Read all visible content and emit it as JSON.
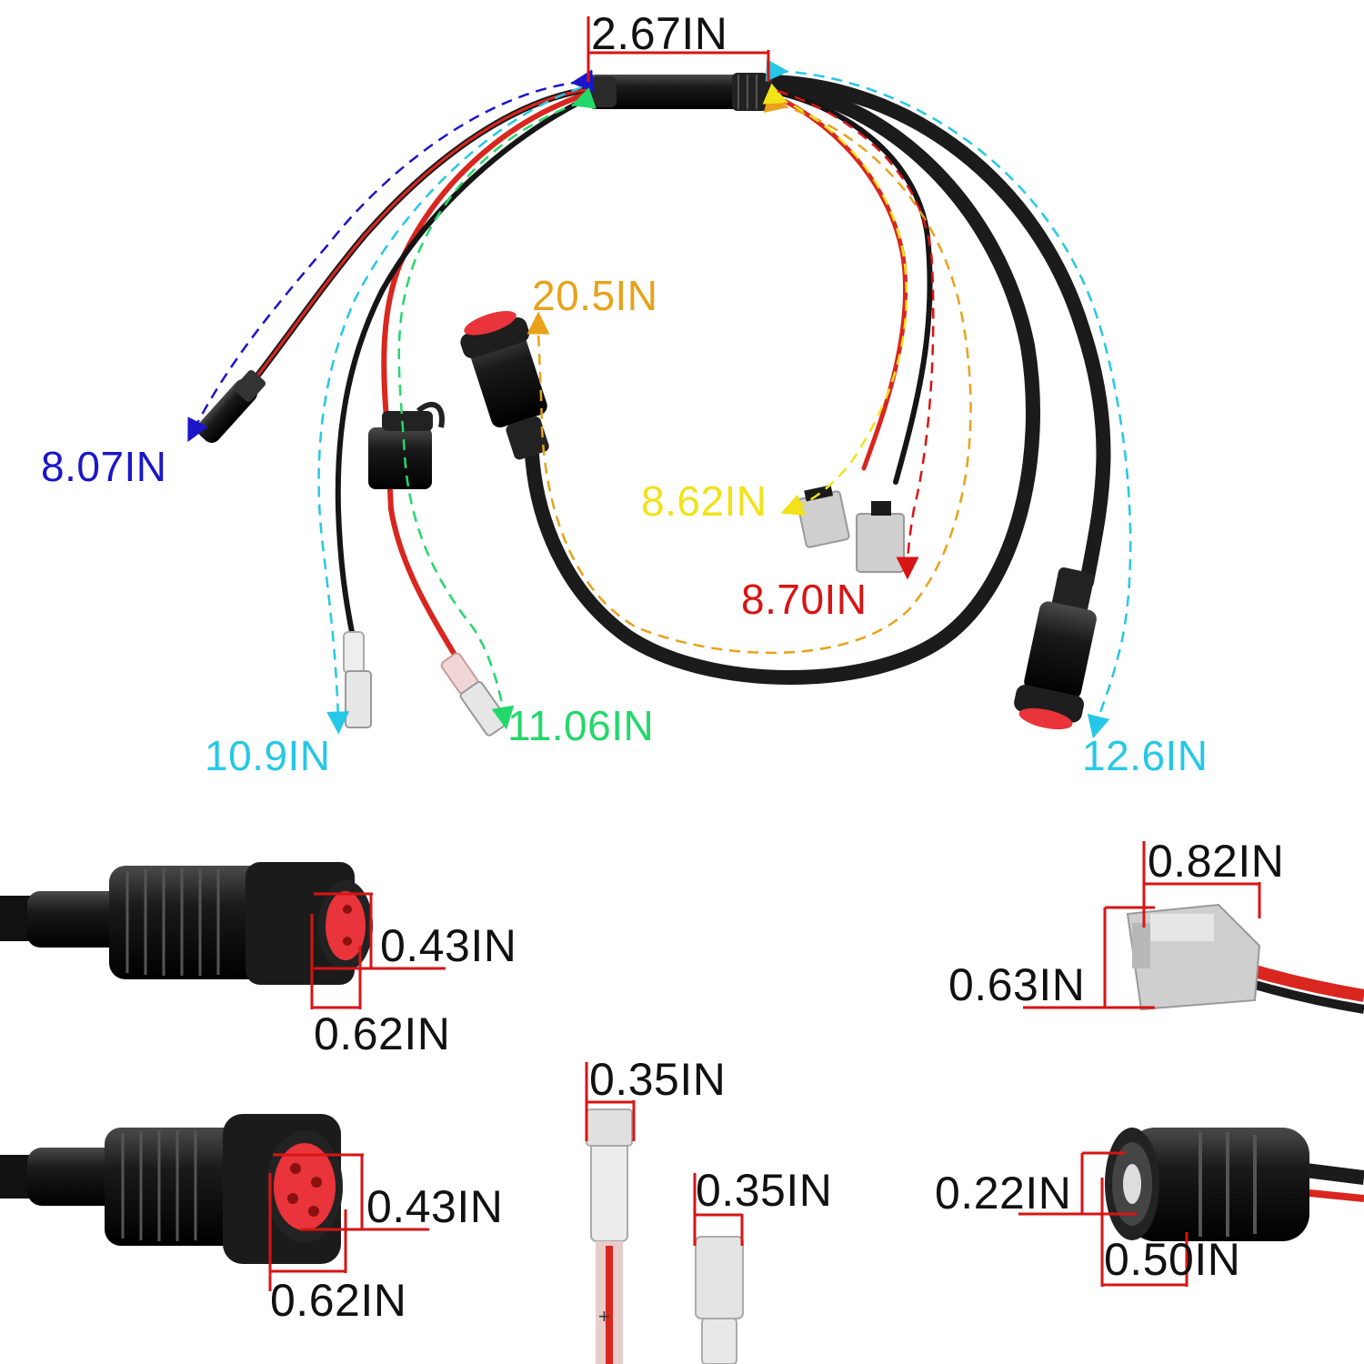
{
  "colors": {
    "blue": "#1b16c9",
    "red": "#d81414",
    "green": "#23d86a",
    "cyan": "#25c8e6",
    "orange": "#e8a21a",
    "yellow": "#f2e21a",
    "black": "#111111",
    "cable": "#1b1b1b",
    "wire_red": "#d9261f",
    "connector_face": "#e8343a",
    "grey_plug": "#c9c9c9"
  },
  "harness": {
    "splitter_length": "2.67IN",
    "dc_barrel_lead": "8.07IN",
    "trolling_motor_lead": "20.5IN",
    "yellow_plug_lead": "8.62IN",
    "red_plug_lead": "8.70IN",
    "negative_terminal_lead": "10.9IN",
    "positive_terminal_lead": "11.06IN",
    "transducer_lead": "12.6IN"
  },
  "details": {
    "round_connector_top": {
      "depth": "0.43IN",
      "diameter": "0.62IN"
    },
    "round_connector_bottom": {
      "depth": "0.43IN",
      "diameter": "0.62IN"
    },
    "quick_plug": {
      "width": "0.82IN",
      "height": "0.63IN"
    },
    "spade_terminal_1": {
      "width": "0.35IN",
      "polarity": "+"
    },
    "spade_terminal_2": {
      "width": "0.35IN"
    },
    "dc_barrel": {
      "inner": "0.22IN",
      "outer": "0.50IN"
    }
  }
}
